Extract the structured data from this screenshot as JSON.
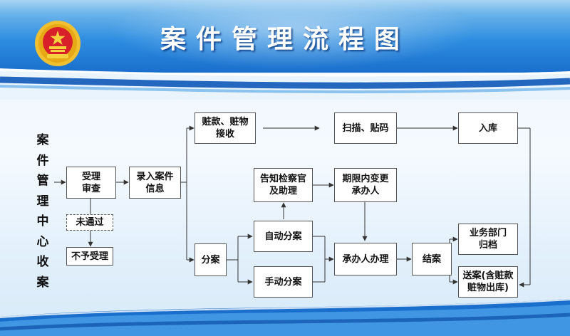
{
  "title": "案件管理流程图",
  "side_label": "案件管理中心收案",
  "emblem": {
    "icon": "procuratorate-emblem-icon",
    "colors": {
      "gold": "#f0c030",
      "red": "#d8202a"
    }
  },
  "colors": {
    "header": "#1a6fcc",
    "line": "#333333",
    "node_border": "#555555"
  },
  "nodes": {
    "accept_review": "受理\n审查",
    "not_passed": "未通过",
    "not_accepted": "不予受理",
    "enter_case": "录入案件\n信息",
    "stolen_receive": "赃款、赃物\n接收",
    "scan_label": "扫描、贴码",
    "storage": "入库",
    "notify_prosecutor": "告知检察官\n及助理",
    "change_handler": "期限内变更\n承办人",
    "assign_case": "分案",
    "auto_assign": "自动分案",
    "manual_assign": "手动分案",
    "handler_process": "承办人办理",
    "close_case": "结案",
    "dept_archive": "业务部门\n归档",
    "send_case": "送案(含赃款\n赃物出库)"
  }
}
